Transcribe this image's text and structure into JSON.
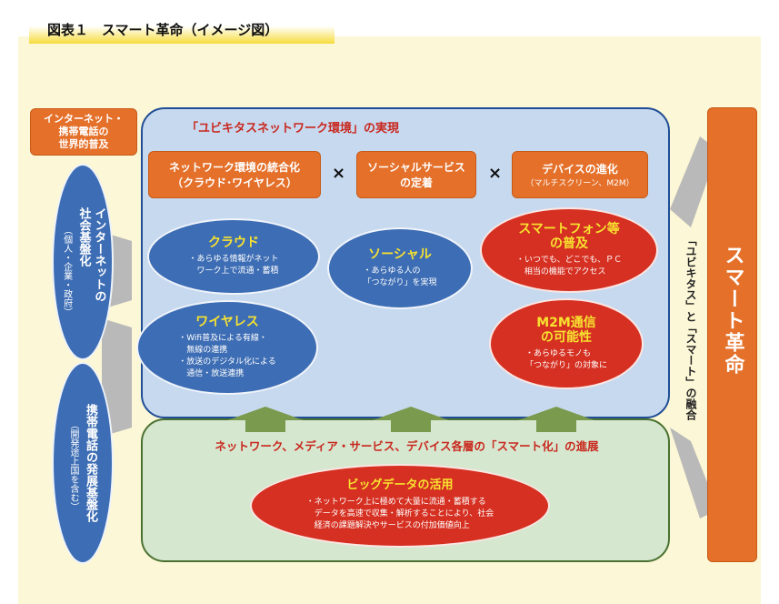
{
  "title": "図表１　スマート革命（イメージ図）",
  "left_top_box": "インターネット・\n携帯電話の\n世界的普及",
  "left_ellipse_1": {
    "main": "インターネットの\n社会基盤化",
    "sub": "（個人・企業・政府）"
  },
  "left_ellipse_2": {
    "main": "携帯電話の発展基盤化",
    "sub": "（開発途上国を含む）"
  },
  "ubiquitous_heading": "「ユビキタスネットワーク環境」の実現",
  "top_boxes": [
    {
      "title": "ネットワーク環境の統合化",
      "sub": "（クラウド･ワイヤレス）"
    },
    {
      "title": "ソーシャルサービス",
      "sub": "の定着"
    },
    {
      "title": "デバイスの進化",
      "sub": "（マルチスクリーン、M2M）"
    }
  ],
  "times_symbol": "×",
  "cloud": {
    "title": "クラウド",
    "text": "・あらゆる情報がネット\n　ワーク上で流通・蓄積"
  },
  "social": {
    "title": "ソーシャル",
    "text": "・あらゆる人の\n「つながり」を実現"
  },
  "smartphone": {
    "title": "スマートフォン等\nの普及",
    "text": "・いつでも、どこでも、ＰＣ\n　相当の機能でアクセス"
  },
  "wireless": {
    "title": "ワイヤレス",
    "text": "・Wifi普及による有線・\n　無線の連携\n・放送のデジタル化による\n　通信・放送連携"
  },
  "m2m": {
    "title": "M2M通信\nの可能性",
    "text": "・あらゆるモノも\n「つながり」の対象に"
  },
  "smart_layers_heading": "ネットワーク、メディア・サービス、デバイス各層の「スマート化」の進展",
  "bigdata": {
    "title": "ビッグデータの活用",
    "text": "・ネットワーク上に極めて大量に流通・蓄積する\n　データを高速で収集・解析することにより、社会\n　経済の課題解決やサービスの付加価値向上"
  },
  "right_box": "スマート革命",
  "right_vertical_text": "「ユビキタス」と「スマート」の融合",
  "colors": {
    "orange": "#e4702a",
    "blue": "#3d6db4",
    "red": "#d53021",
    "yellow_text": "#f8e230",
    "heading_red": "#c8281e",
    "green_arrow": "#7a9a4e"
  }
}
